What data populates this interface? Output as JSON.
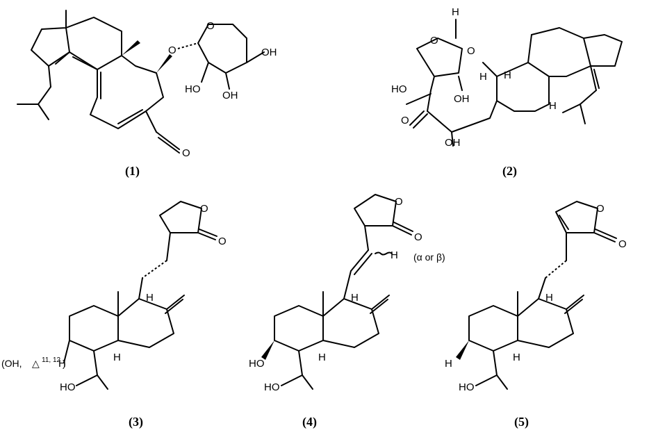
{
  "compounds": [
    {
      "label": "(1)"
    },
    {
      "label": "(2)"
    },
    {
      "label": "(3)",
      "annotation": {
        "text": "(OH,",
        "delta": "△",
        "sup": "11,  12",
        "close": ")"
      }
    },
    {
      "label": "(4)",
      "annotation": {
        "text": "(α or β)"
      }
    },
    {
      "label": "(5)"
    }
  ],
  "atoms": {
    "O": "O",
    "OH": "OH",
    "HO": "HO",
    "H": "H"
  }
}
